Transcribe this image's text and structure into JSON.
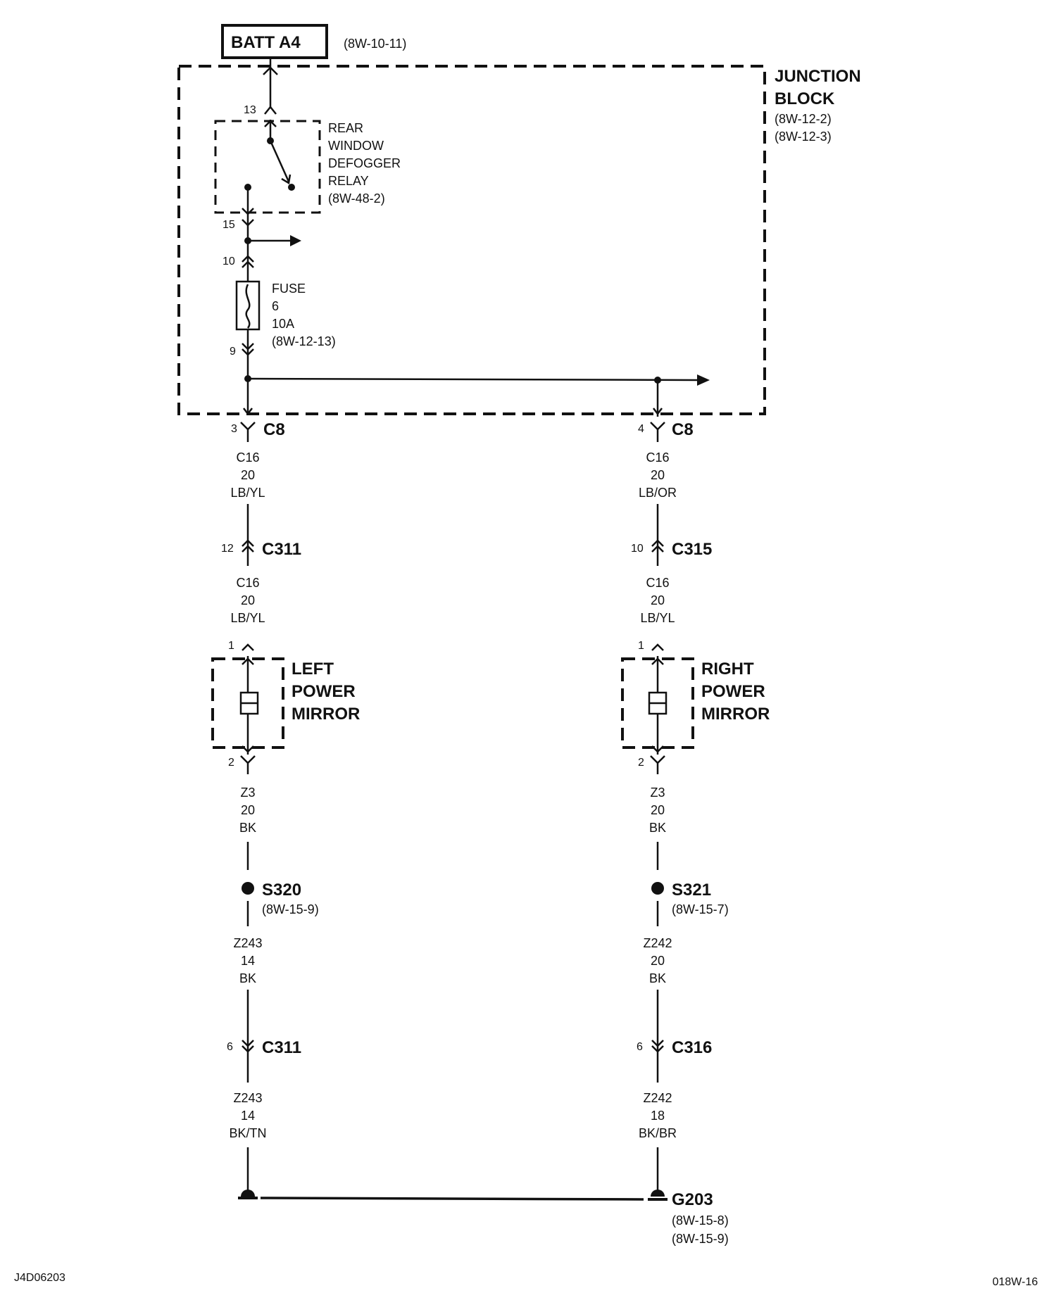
{
  "battery": {
    "label": "BATT A4",
    "ref": "(8W-10-11)"
  },
  "junction_block": {
    "title_line1": "JUNCTION",
    "title_line2": "BLOCK",
    "ref1": "(8W-12-2)",
    "ref2": "(8W-12-3)"
  },
  "relay": {
    "line1": "REAR",
    "line2": "WINDOW",
    "line3": "DEFOGGER",
    "line4": "RELAY",
    "ref": "(8W-48-2)",
    "pin_in": "13",
    "pin_out": "15"
  },
  "fuse": {
    "line1": "FUSE",
    "line2": "6",
    "line3": "10A",
    "ref": "(8W-12-13)",
    "pin_in": "10",
    "pin_out": "9"
  },
  "left": {
    "c8_pin": "3",
    "c8": "C8",
    "wire1": {
      "circuit": "C16",
      "gauge": "20",
      "color": "LB/YL"
    },
    "conn2_pin": "12",
    "conn2": "C311",
    "wire2": {
      "circuit": "C16",
      "gauge": "20",
      "color": "LB/YL"
    },
    "mirror_pin_in": "1",
    "mirror_pin_out": "2",
    "mirror_line1": "LEFT",
    "mirror_line2": "POWER",
    "mirror_line3": "MIRROR",
    "wire3": {
      "circuit": "Z3",
      "gauge": "20",
      "color": "BK"
    },
    "splice": "S320",
    "splice_ref": "(8W-15-9)",
    "wire4": {
      "circuit": "Z243",
      "gauge": "14",
      "color": "BK"
    },
    "conn3_pin": "6",
    "conn3": "C311",
    "wire5": {
      "circuit": "Z243",
      "gauge": "14",
      "color": "BK/TN"
    }
  },
  "right": {
    "c8_pin": "4",
    "c8": "C8",
    "wire1": {
      "circuit": "C16",
      "gauge": "20",
      "color": "LB/OR"
    },
    "conn2_pin": "10",
    "conn2": "C315",
    "wire2": {
      "circuit": "C16",
      "gauge": "20",
      "color": "LB/YL"
    },
    "mirror_pin_in": "1",
    "mirror_pin_out": "2",
    "mirror_line1": "RIGHT",
    "mirror_line2": "POWER",
    "mirror_line3": "MIRROR",
    "wire3": {
      "circuit": "Z3",
      "gauge": "20",
      "color": "BK"
    },
    "splice": "S321",
    "splice_ref": "(8W-15-7)",
    "wire4": {
      "circuit": "Z242",
      "gauge": "20",
      "color": "BK"
    },
    "conn3_pin": "6",
    "conn3": "C316",
    "wire5": {
      "circuit": "Z242",
      "gauge": "18",
      "color": "BK/BR"
    }
  },
  "ground": {
    "label": "G203",
    "ref1": "(8W-15-8)",
    "ref2": "(8W-15-9)"
  },
  "footer": {
    "left_code": "J4D06203",
    "right_code": "018W-16"
  }
}
